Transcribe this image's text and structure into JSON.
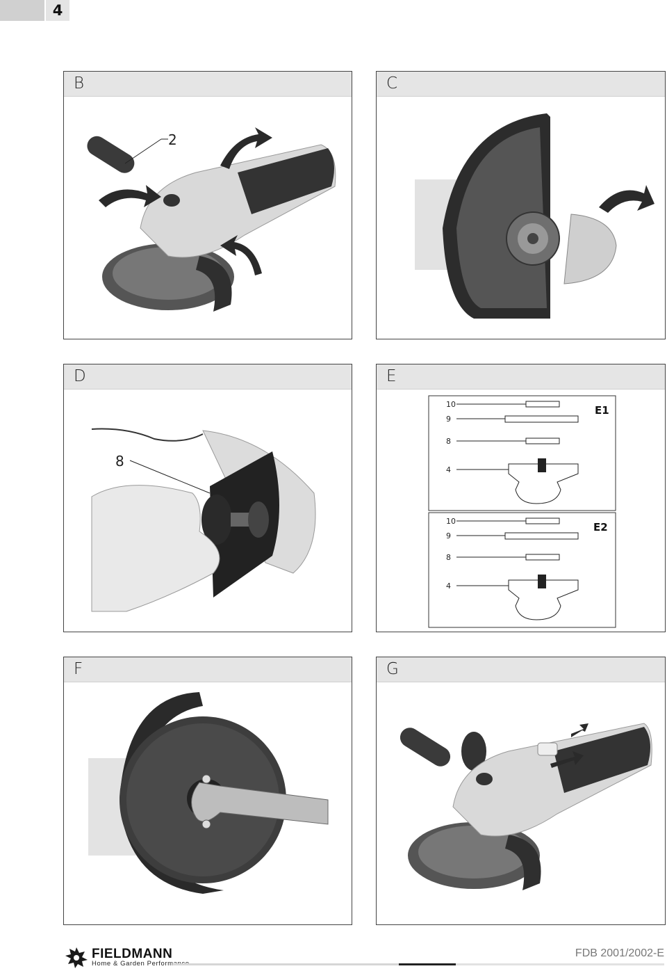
{
  "header": {
    "page_number": "4"
  },
  "panels": {
    "b": {
      "letter": "B",
      "callout": "2"
    },
    "c": {
      "letter": "C"
    },
    "d": {
      "letter": "D",
      "callout": "8"
    },
    "e": {
      "letter": "E",
      "e1": {
        "tag": "E1",
        "labels": [
          "10",
          "9",
          "8",
          "4"
        ]
      },
      "e2": {
        "tag": "E2",
        "labels": [
          "10",
          "9",
          "8",
          "4"
        ]
      }
    },
    "f": {
      "letter": "F"
    },
    "g": {
      "letter": "G"
    }
  },
  "footer": {
    "brand": "FIELDMANN",
    "tagline": "Home & Garden Performance",
    "model": "FDB 2001/2002-E"
  }
}
